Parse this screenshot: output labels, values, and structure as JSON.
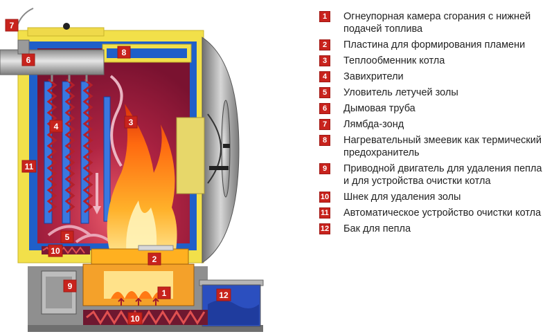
{
  "legend": [
    {
      "num": "1",
      "text": "Огнеупорная камера сгорания с нижней подачей топлива"
    },
    {
      "num": "2",
      "text": "Пластина для формирования пламени"
    },
    {
      "num": "3",
      "text": "Теплообменник котла"
    },
    {
      "num": "4",
      "text": "Завихрители"
    },
    {
      "num": "5",
      "text": "Уловитель летучей золы"
    },
    {
      "num": "6",
      "text": "Дымовая труба"
    },
    {
      "num": "7",
      "text": "Лямбда-зонд"
    },
    {
      "num": "8",
      "text": "Нагревательный змеевик как термический предохранитель"
    },
    {
      "num": "9",
      "text": "Приводной двигатель для удаления пепла и для устройства очистки котла"
    },
    {
      "num": "10",
      "text": "Шнек для удаления золы"
    },
    {
      "num": "11",
      "text": "Автоматическое устройство очистки котла"
    },
    {
      "num": "12",
      "text": "Бак для пепла"
    }
  ],
  "callouts": {
    "c1": "1",
    "c2": "2",
    "c3": "3",
    "c4": "4",
    "c5": "5",
    "c6": "6",
    "c7": "7",
    "c8": "8",
    "c9": "9",
    "c10a": "10",
    "c10b": "10",
    "c11": "11",
    "c12": "12"
  },
  "colors": {
    "badge": "#c8231d",
    "insulation": "#f2e04a",
    "water_jacket": "#1f5fc9",
    "chamber": "#8e1632",
    "flame": "#ff9a1a",
    "casing": "#9a9a9a"
  }
}
